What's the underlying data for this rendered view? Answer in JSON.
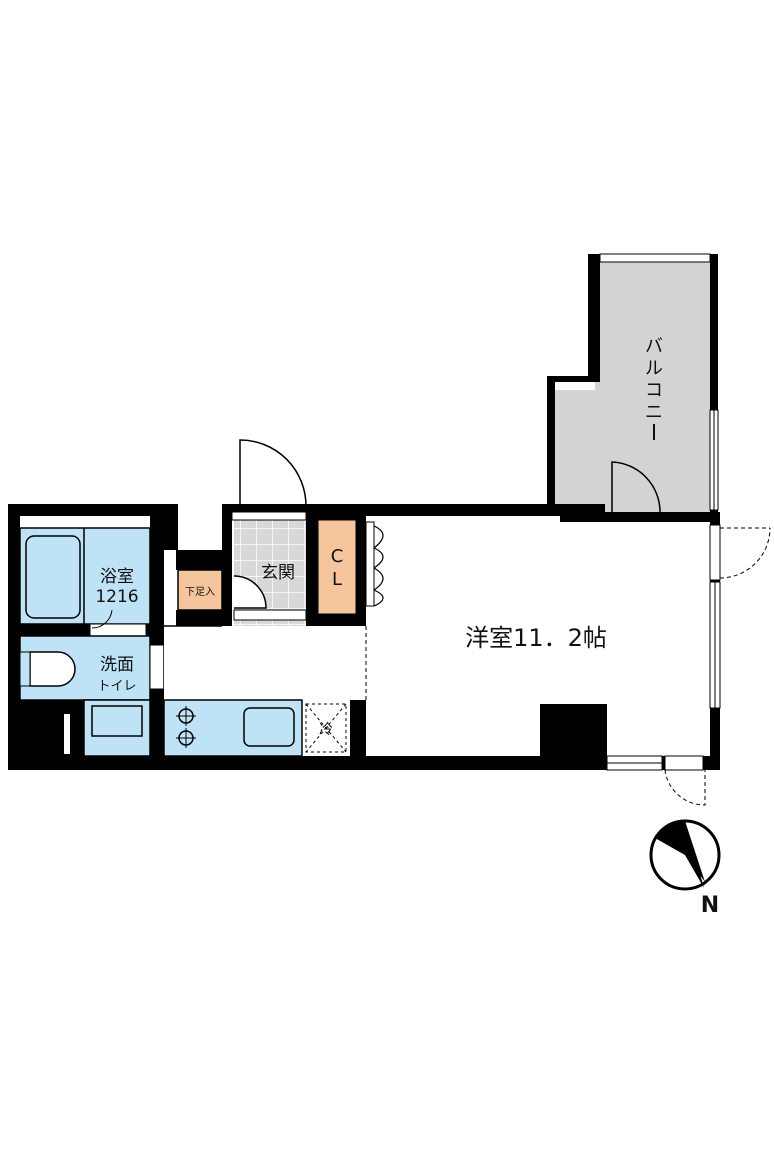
{
  "rooms": {
    "bath": {
      "label": "浴室",
      "size": "1216"
    },
    "washroom": {
      "label": "洗面",
      "sub": "トイレ"
    },
    "shoe_storage": {
      "label": "下足入"
    },
    "entrance": {
      "label": "玄関"
    },
    "closet": {
      "label_top": "C",
      "label_bottom": "L"
    },
    "western_room": {
      "label": "洋室11．2帖"
    },
    "balcony": {
      "label_chars": [
        "バ",
        "ル",
        "コ",
        "ニ",
        "ー"
      ]
    },
    "fridge": {
      "label": "冷"
    }
  },
  "compass": {
    "label": "N"
  },
  "colors": {
    "bath_fill": "#bfe3f6",
    "closet_fill": "#f5c69c",
    "balcony_fill": "#d3d3d3",
    "entrance_fill": "#d8d8d8",
    "wall": "#000000"
  }
}
